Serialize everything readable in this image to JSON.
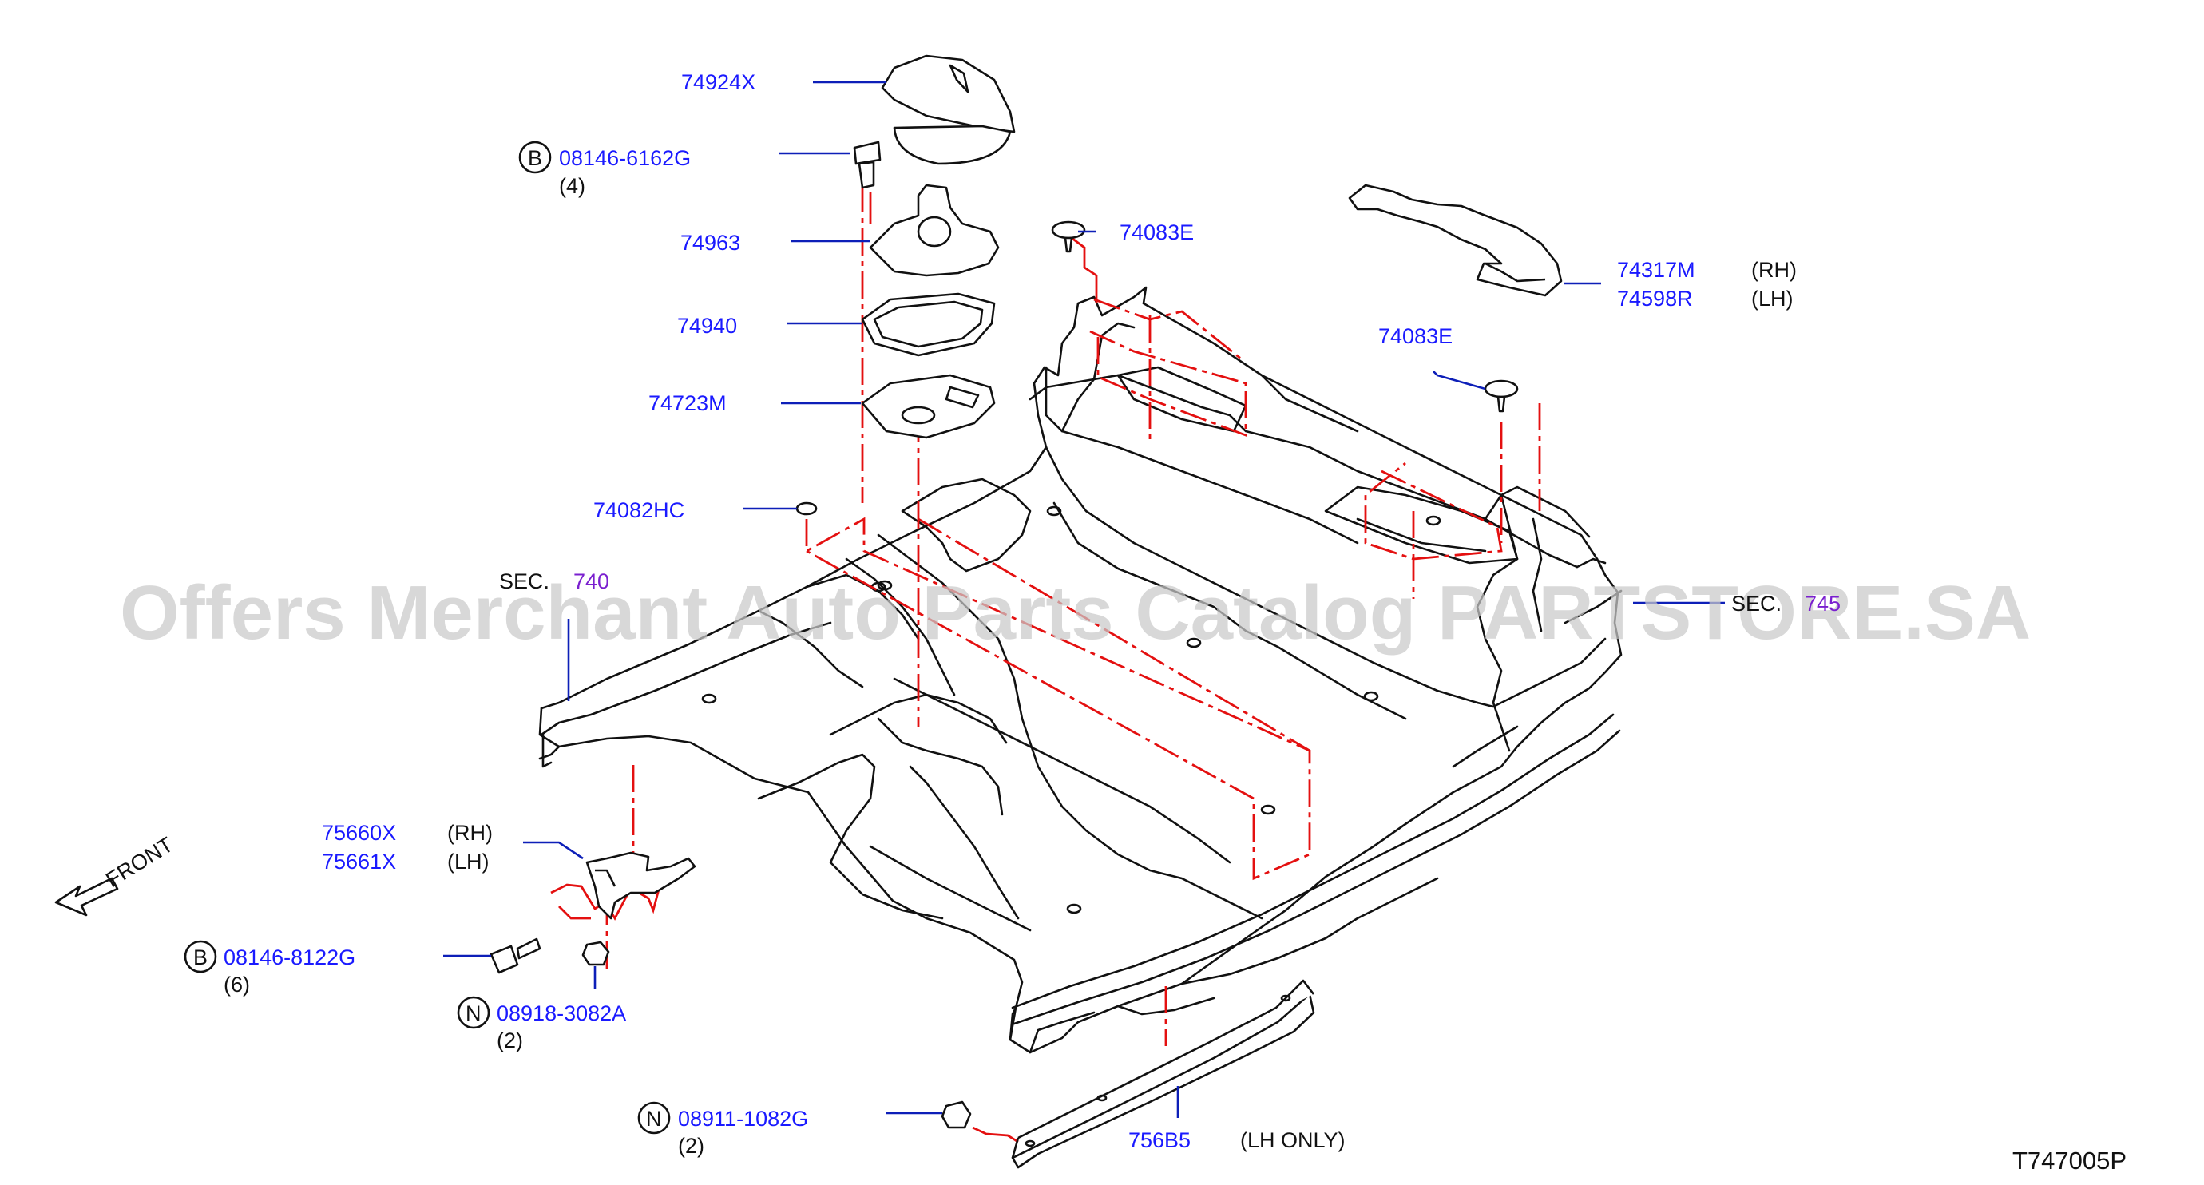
{
  "diagram_code": "T747005P",
  "watermark": "Offers Merchant Auto Parts Catalog PARTSTORE.SA",
  "front_label": "FRONT",
  "section_refs": [
    {
      "prefix": "SEC.",
      "number": "740"
    },
    {
      "prefix": "SEC.",
      "number": "745"
    }
  ],
  "callouts": [
    {
      "part": "74924X",
      "qty": "",
      "side": ""
    },
    {
      "part": "08146-6162G",
      "symbol": "B",
      "qty": "(4)",
      "side": ""
    },
    {
      "part": "74963",
      "qty": "",
      "side": ""
    },
    {
      "part": "74940",
      "qty": "",
      "side": ""
    },
    {
      "part": "74723M",
      "qty": "",
      "side": ""
    },
    {
      "part": "74082HC",
      "qty": "",
      "side": ""
    },
    {
      "part": "74083E",
      "qty": "",
      "side": ""
    },
    {
      "part": "74083E",
      "qty": "",
      "side": ""
    },
    {
      "part": "74317M",
      "qty": "",
      "side": "(RH)"
    },
    {
      "part": "74598R",
      "qty": "",
      "side": "(LH)"
    },
    {
      "part": "75660X",
      "qty": "",
      "side": "(RH)"
    },
    {
      "part": "75661X",
      "qty": "",
      "side": "(LH)"
    },
    {
      "part": "08146-8122G",
      "symbol": "B",
      "qty": "(6)",
      "side": ""
    },
    {
      "part": "08918-3082A",
      "symbol": "N",
      "qty": "(2)",
      "side": ""
    },
    {
      "part": "08911-1082G",
      "symbol": "N",
      "qty": "(2)",
      "side": ""
    },
    {
      "part": "756B5",
      "qty": "",
      "side": "(LH   ONLY)"
    }
  ],
  "colors": {
    "part_number": "#1a1aff",
    "leader": "#0d1fb8",
    "section": "#7a1fcf",
    "dash_line": "#e41010",
    "outline": "#111111",
    "watermark": "#c9c9c9"
  }
}
